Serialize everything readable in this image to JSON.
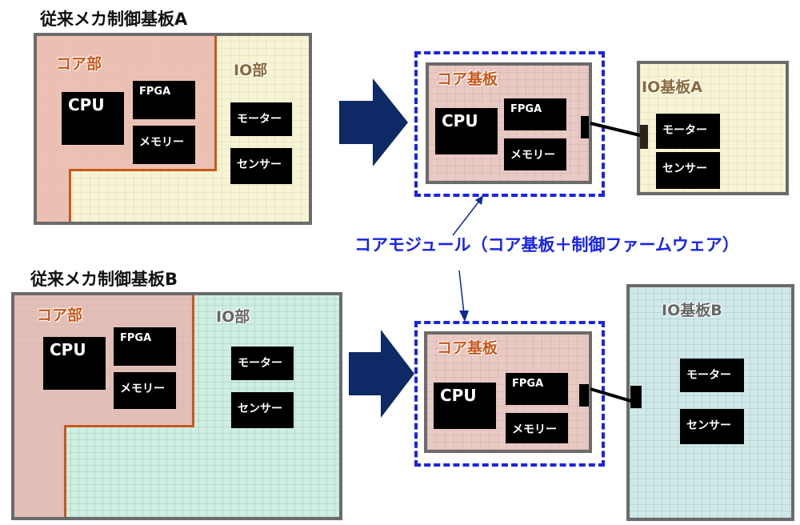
{
  "board_a": {
    "title": "従来メカ制御基板A",
    "core_label": "コア部",
    "io_label": "IO部",
    "chips": {
      "cpu": "CPU",
      "fpga": "FPGA",
      "memory": "メモリー",
      "motor": "モーター",
      "sensor": "センサー"
    }
  },
  "board_b": {
    "title": "従来メカ制御基板B",
    "core_label": "コア部",
    "io_label": "IO部",
    "chips": {
      "cpu": "CPU",
      "fpga": "FPGA",
      "memory": "メモリー",
      "motor": "モーター",
      "sensor": "センサー"
    }
  },
  "core_board_top": {
    "label": "コア基板",
    "chips": {
      "cpu": "CPU",
      "fpga": "FPGA",
      "memory": "メモリー"
    }
  },
  "core_board_bottom": {
    "label": "コア基板",
    "chips": {
      "cpu": "CPU",
      "fpga": "FPGA",
      "memory": "メモリー"
    }
  },
  "io_board_a": {
    "label": "IO基板A",
    "chips": {
      "motor": "モーター",
      "sensor": "センサー"
    }
  },
  "io_board_b": {
    "label": "IO基板B",
    "chips": {
      "motor": "モーター",
      "sensor": "センサー"
    }
  },
  "caption": "コアモジュール（コア基板＋制御ファームウェア）",
  "colors": {
    "core_orange": "#c8581a",
    "module_blue": "#1a24e6",
    "arrow_navy": "#0d2a66"
  }
}
